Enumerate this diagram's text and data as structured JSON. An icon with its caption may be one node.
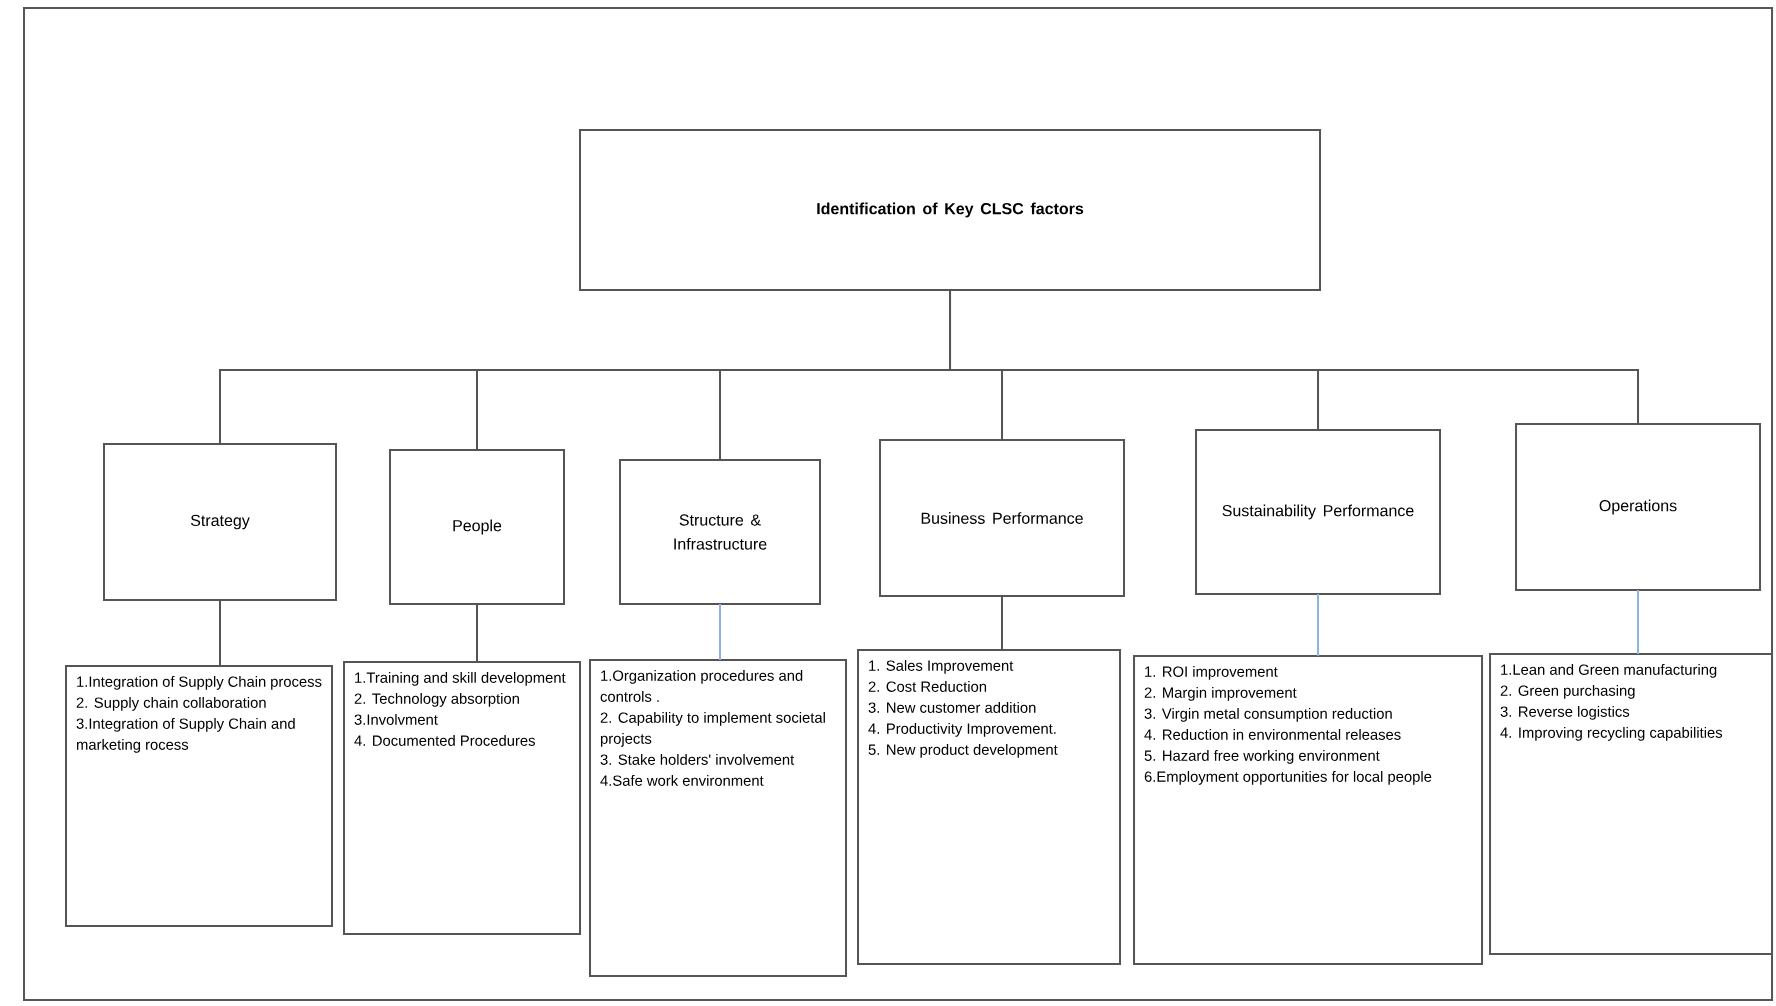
{
  "diagram": {
    "nodes": [
      {
        "text": [
          "Identification of Key  CLSC factors"
        ]
      },
      {
        "text": [
          "Strategy"
        ]
      },
      {
        "text": [
          "People"
        ]
      },
      {
        "text": [
          "Structure & Infrastructure"
        ]
      },
      {
        "text": [
          "Business Performance"
        ]
      },
      {
        "text": [
          "Sustainability Performance"
        ]
      },
      {
        "text": [
          "Operations"
        ]
      },
      {
        "text": [
          "1.Integration of Supply Chain process",
          "2. Supply chain collaboration",
          "3.Integration of Supply Chain and marketing rocess"
        ]
      },
      {
        "text": [
          "1.Training and skill development",
          "2. Technology absorption",
          "3.Involvment",
          "4. Documented Procedures"
        ]
      },
      {
        "text": [
          "1.Organization procedures and controls .",
          "2. Capability to implement societal projects",
          "3. Stake holders' involvement",
          "4.Safe work environment"
        ]
      },
      {
        "text": [
          "1. Sales Improvement",
          "2. Cost Reduction",
          "3. New customer addition",
          "4. Productivity Improvement.",
          "5. New product development"
        ]
      },
      {
        "text": [
          "1. ROI improvement",
          "2. Margin improvement",
          "3. Virgin metal consumption reduction",
          "4. Reduction in environmental releases",
          "5. Hazard free working environment",
          "6.Employment opportunities for local people"
        ]
      },
      {
        "text": [
          "1.Lean and Green manufacturing",
          "2. Green purchasing",
          "3. Reverse logistics",
          "4. Improving recycling capabilities"
        ]
      }
    ],
    "edges": [
      {
        "from": 0,
        "to": 1,
        "arrow": "none"
      },
      {
        "from": 0,
        "to": 2,
        "arrow": "none"
      },
      {
        "from": 0,
        "to": 3,
        "arrow": "none"
      },
      {
        "from": 0,
        "to": 4,
        "arrow": "none"
      },
      {
        "from": 0,
        "to": 5,
        "arrow": "none"
      },
      {
        "from": 0,
        "to": 6,
        "arrow": "none"
      },
      {
        "from": 1,
        "to": 7,
        "arrow": "none"
      },
      {
        "from": 2,
        "to": 8,
        "arrow": "none"
      },
      {
        "from": 3,
        "to": 9,
        "arrow": "none",
        "color": "#8db3e2"
      },
      {
        "from": 4,
        "to": 10,
        "arrow": "none"
      },
      {
        "from": 5,
        "to": 11,
        "arrow": "none",
        "color": "#8db3e2"
      },
      {
        "from": 6,
        "to": 12,
        "arrow": "none",
        "color": "#8db3e2"
      }
    ]
  }
}
